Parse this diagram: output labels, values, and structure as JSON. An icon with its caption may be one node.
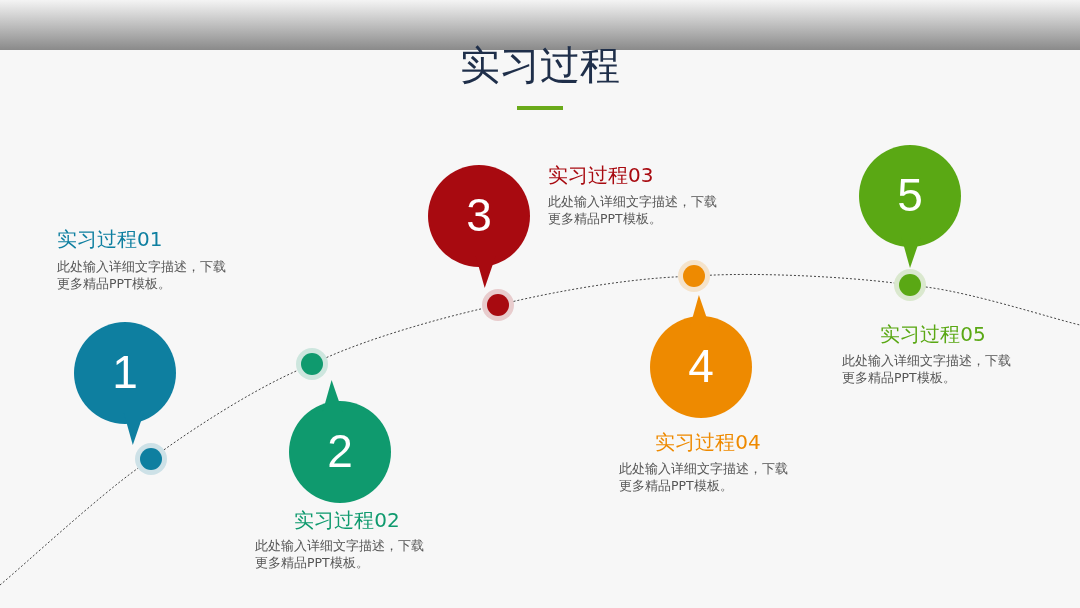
{
  "diagram": {
    "title": "实习过程",
    "nodes": [
      {
        "text": [
          "1"
        ],
        "beside": [
          "实习过程01",
          "此处输入详细文字描述，下载更多精品PPT模板。"
        ]
      },
      {
        "text": [],
        "shape": "circle"
      },
      {
        "text": [
          "2"
        ],
        "beside": [
          "实习过程02",
          "此处输入详细文字描述，下载更多精品PPT模板。"
        ]
      },
      {
        "text": [],
        "shape": "circle"
      },
      {
        "text": [
          "3"
        ],
        "beside": [
          "实习过程03",
          "此处输入详细文字描述，下载更多精品PPT模板。"
        ]
      },
      {
        "text": [],
        "shape": "circle"
      },
      {
        "text": [
          "4"
        ],
        "beside": [
          "实习过程04",
          "此处输入详细文字描述，下载更多精品PPT模板。"
        ]
      },
      {
        "text": [],
        "shape": "circle"
      },
      {
        "text": [
          "5"
        ],
        "beside": [
          "实习过程05",
          "此处输入详细文字描述，下载更多精品PPT模板。"
        ]
      },
      {
        "text": [],
        "shape": "circle"
      },
      {
        "text": [],
        "shape": "bar"
      }
    ],
    "edges": [
      {
        "from": null,
        "to": 1,
        "arrow": "none",
        "style": "dashed"
      },
      {
        "from": 1,
        "to": 3,
        "arrow": "none",
        "style": "dashed"
      },
      {
        "from": 3,
        "to": 5,
        "arrow": "none",
        "style": "dashed"
      },
      {
        "from": 5,
        "to": 7,
        "arrow": "none",
        "style": "dashed"
      },
      {
        "from": 7,
        "to": 9,
        "arrow": "none",
        "style": "dashed"
      },
      {
        "from": 9,
        "to": null,
        "arrow": "none",
        "style": "dashed"
      }
    ]
  }
}
